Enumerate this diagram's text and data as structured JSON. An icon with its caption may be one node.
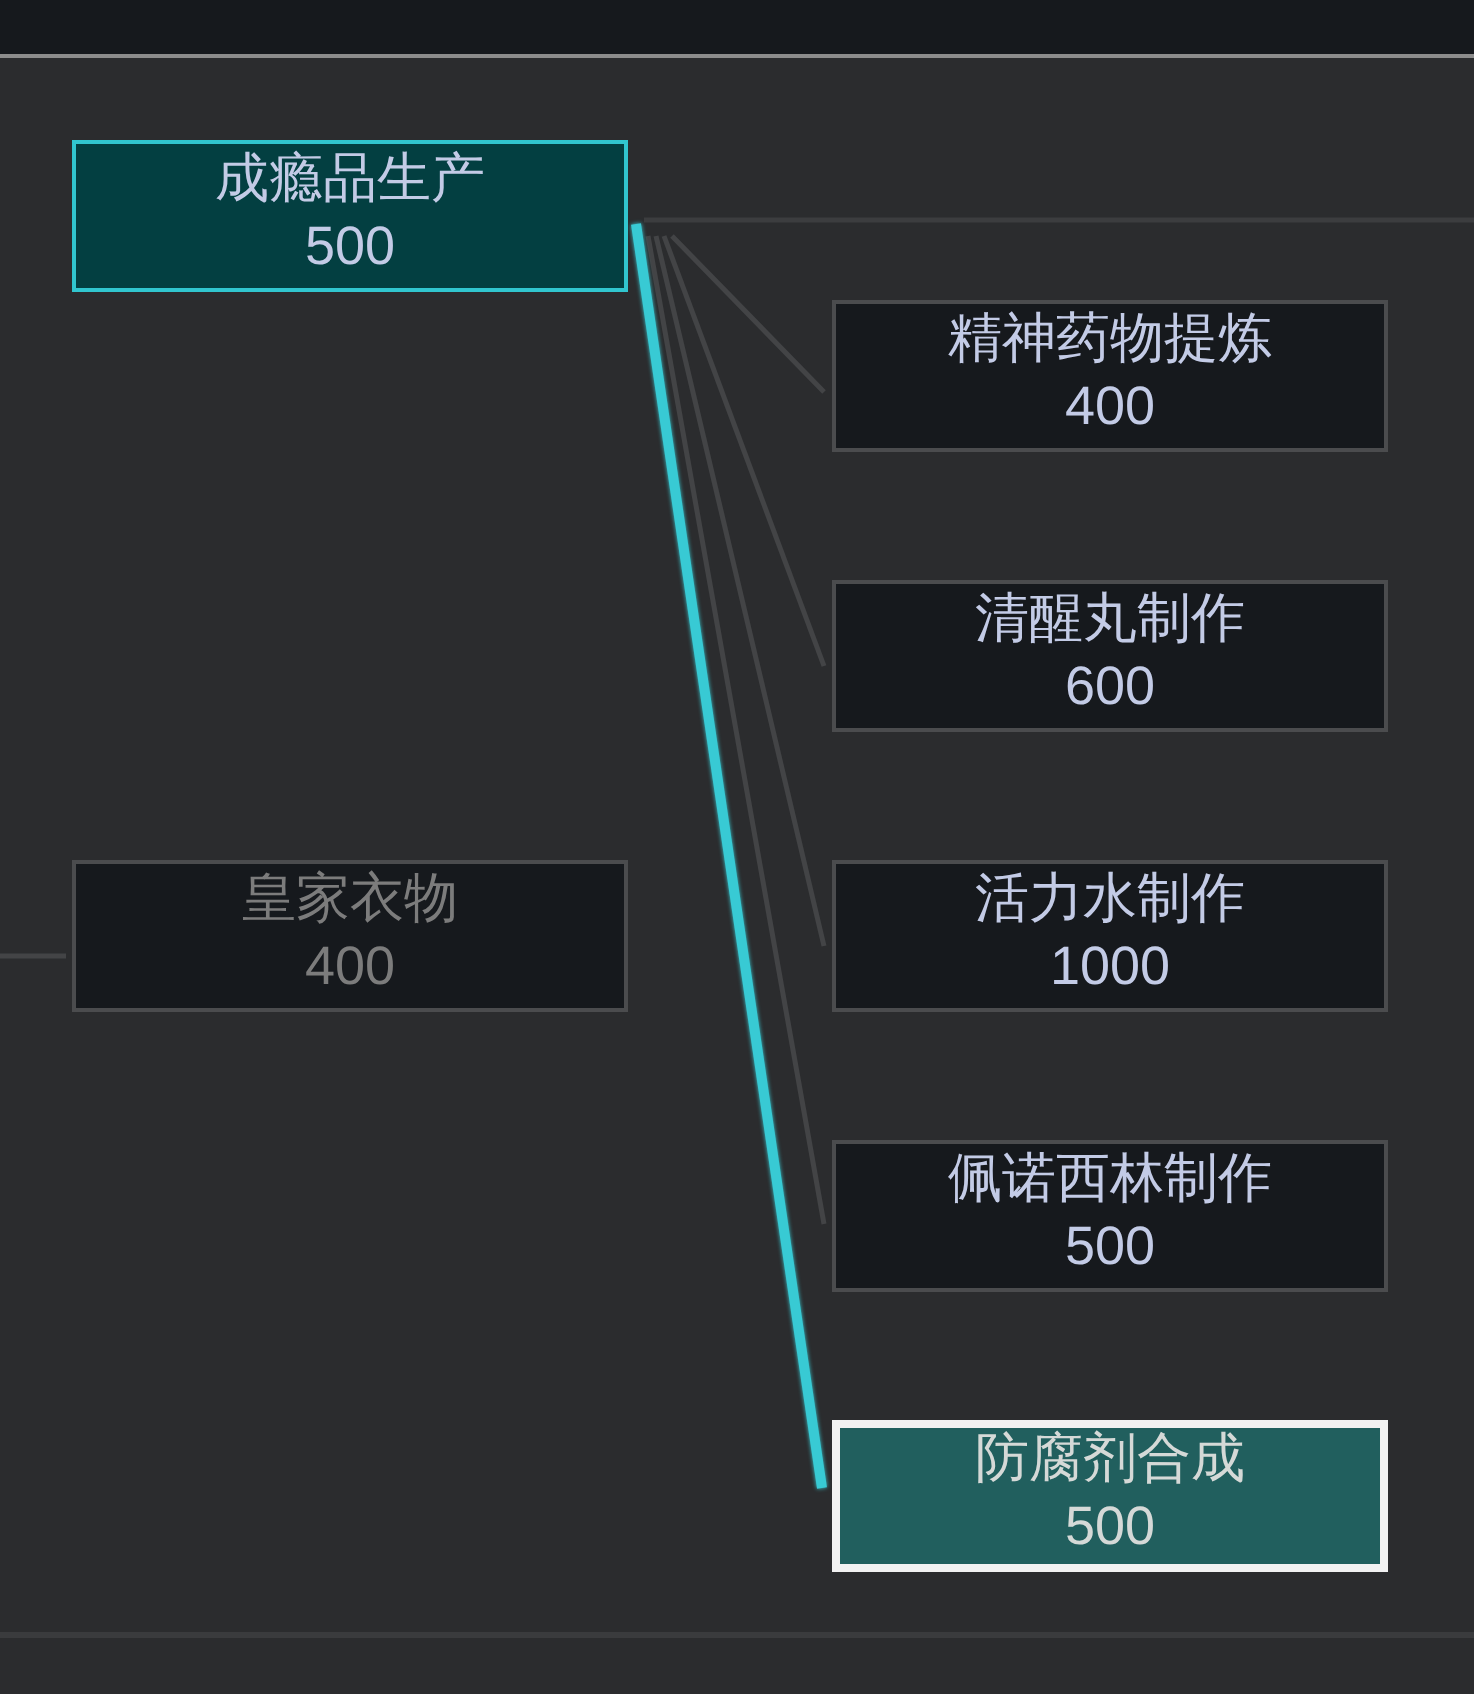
{
  "diagram": {
    "nodes": [
      {
        "text": [],
        "shape": "bar"
      },
      {
        "text": [
          "成瘾品生产",
          "500"
        ]
      },
      {
        "text": [
          "精神药物提炼",
          "400"
        ]
      },
      {
        "text": [
          "清醒丸制作",
          "600"
        ]
      },
      {
        "text": [
          "皇家衣物",
          "400"
        ]
      },
      {
        "text": [
          "活力水制作",
          "1000"
        ]
      },
      {
        "text": [
          "佩诺西林制作",
          "500"
        ]
      },
      {
        "text": [
          "防腐剂合成",
          "500"
        ]
      }
    ],
    "edges": [
      {
        "from": 1,
        "to": null,
        "arrow": "none"
      },
      {
        "from": 1,
        "to": 2,
        "arrow": "none"
      },
      {
        "from": 1,
        "to": 3,
        "arrow": "none"
      },
      {
        "from": 1,
        "to": 5,
        "arrow": "none"
      },
      {
        "from": 1,
        "to": 6,
        "arrow": "none"
      },
      {
        "from": 1,
        "to": 7,
        "arrow": "none",
        "style": "thick",
        "color": "#38cad4"
      },
      {
        "from": null,
        "to": 4,
        "arrow": "none"
      }
    ]
  }
}
